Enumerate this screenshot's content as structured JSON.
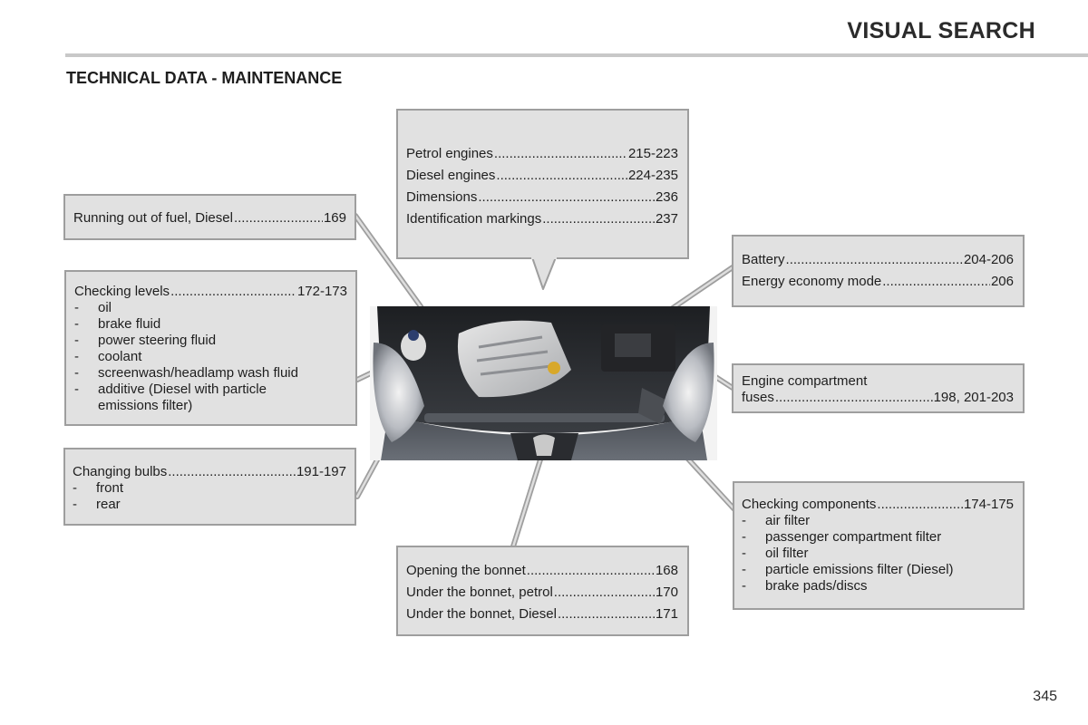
{
  "header": {
    "title": "VISUAL SEARCH"
  },
  "section": {
    "title": "TECHNICAL DATA - MAINTENANCE"
  },
  "page_number": "345",
  "callouts": {
    "top": {
      "entries": [
        {
          "label": "Petrol engines",
          "page": "215-223"
        },
        {
          "label": "Diesel engines",
          "page": "224-235"
        },
        {
          "label": "Dimensions",
          "page": "236"
        },
        {
          "label": "Identification markings",
          "page": "237"
        }
      ]
    },
    "fuel": {
      "entries": [
        {
          "label": "Running out of fuel, Diesel",
          "page": "169"
        }
      ]
    },
    "levels": {
      "entries": [
        {
          "label": "Checking levels",
          "page": "172-173"
        }
      ],
      "items": [
        "oil",
        "brake fluid",
        "power steering fluid",
        "coolant",
        "screenwash/headlamp wash fluid",
        "additive (Diesel with particle",
        "emissions filter)"
      ]
    },
    "bulbs": {
      "entries": [
        {
          "label": "Changing bulbs",
          "page": "191-197"
        }
      ],
      "items": [
        "front",
        "rear"
      ]
    },
    "bonnet": {
      "entries": [
        {
          "label": "Opening the bonnet",
          "page": "168"
        },
        {
          "label": "Under the bonnet, petrol",
          "page": "170"
        },
        {
          "label": "Under the bonnet, Diesel",
          "page": "171"
        }
      ]
    },
    "battery": {
      "entries": [
        {
          "label": "Battery",
          "page": "204-206"
        },
        {
          "label": "Energy economy mode",
          "page": "206"
        }
      ]
    },
    "fuses": {
      "line1": "Engine compartment",
      "entries": [
        {
          "label": "fuses",
          "page": "198, 201-203"
        }
      ]
    },
    "components": {
      "entries": [
        {
          "label": "Checking components",
          "page": "174-175"
        }
      ],
      "items": [
        "air filter",
        "passenger compartment filter",
        "oil filter",
        "particle emissions filter (Diesel)",
        "brake pads/discs"
      ]
    }
  },
  "colors": {
    "box_fill": "#e1e1e1",
    "box_border": "#9e9e9e",
    "rule": "#c8c8c8"
  },
  "image": {
    "subject": "engine compartment photo"
  }
}
